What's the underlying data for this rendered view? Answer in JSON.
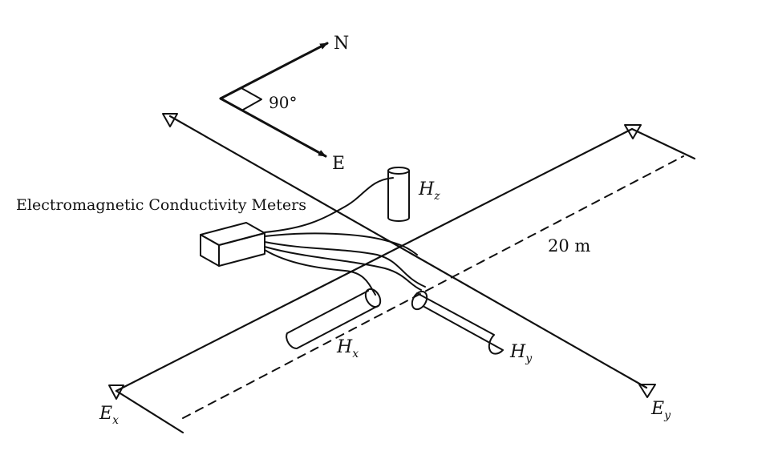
{
  "compass": {
    "north_label": "N",
    "east_label": "E",
    "angle_label": "90°"
  },
  "labels": {
    "meters": "Electromagnetic Conductivity Meters",
    "distance": "20 m"
  },
  "sensors": {
    "hz": {
      "main": "H",
      "sub": "z"
    },
    "hx": {
      "main": "H",
      "sub": "x"
    },
    "hy": {
      "main": "H",
      "sub": "y"
    }
  },
  "electrodes": {
    "ex": {
      "main": "E",
      "sub": "x"
    },
    "ey": {
      "main": "E",
      "sub": "y"
    }
  }
}
